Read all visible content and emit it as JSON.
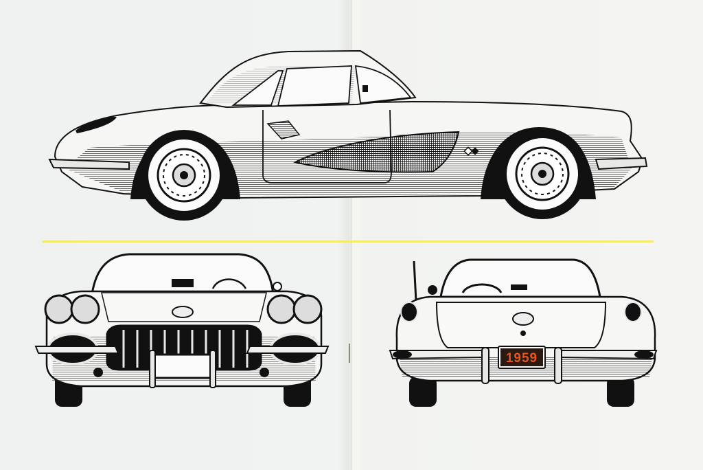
{
  "page": {
    "background": "#f1f3f2",
    "accent_divider_color": "#f0ec6a",
    "ink_color": "#111111"
  },
  "illustrations": {
    "side_view": {
      "label": "side-view illustration",
      "emblem": "crossed-flags-icon"
    },
    "front_view": {
      "label": "front-view illustration",
      "front_plate": ""
    },
    "rear_view": {
      "label": "rear-view illustration",
      "license_plate": {
        "text": "1959",
        "text_color": "#e8541e",
        "plate_color": "#2a1a12"
      }
    }
  }
}
